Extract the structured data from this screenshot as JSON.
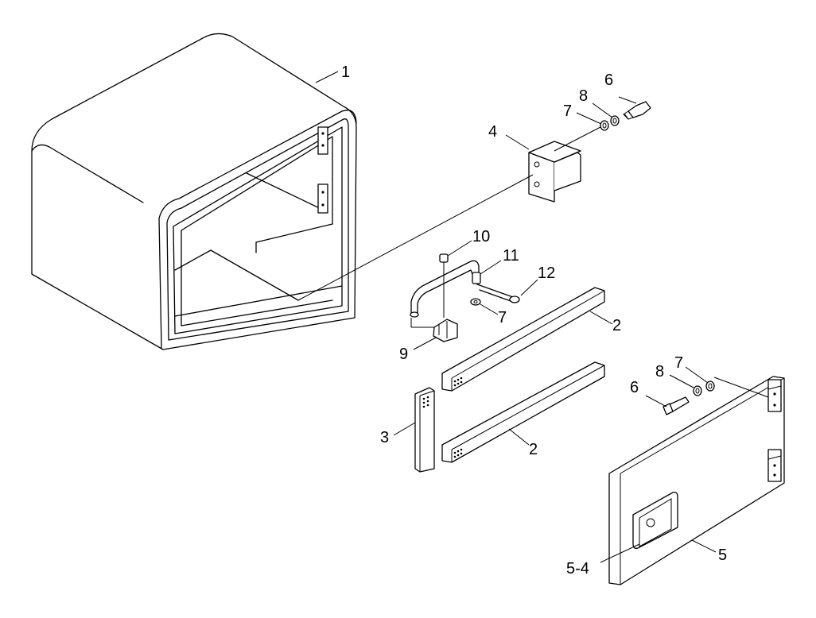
{
  "diagram": {
    "labels": {
      "p1": "1",
      "p2a": "2",
      "p2b": "2",
      "p3": "3",
      "p4": "4",
      "p5": "5",
      "p5_4": "5-4",
      "p6a": "6",
      "p6b": "6",
      "p7a": "7",
      "p7b": "7",
      "p7c": "7",
      "p8a": "8",
      "p8b": "8",
      "p9": "9",
      "p10": "10",
      "p11": "11",
      "p12": "12"
    },
    "colors": {
      "stroke": "#000000",
      "background": "#ffffff"
    }
  }
}
